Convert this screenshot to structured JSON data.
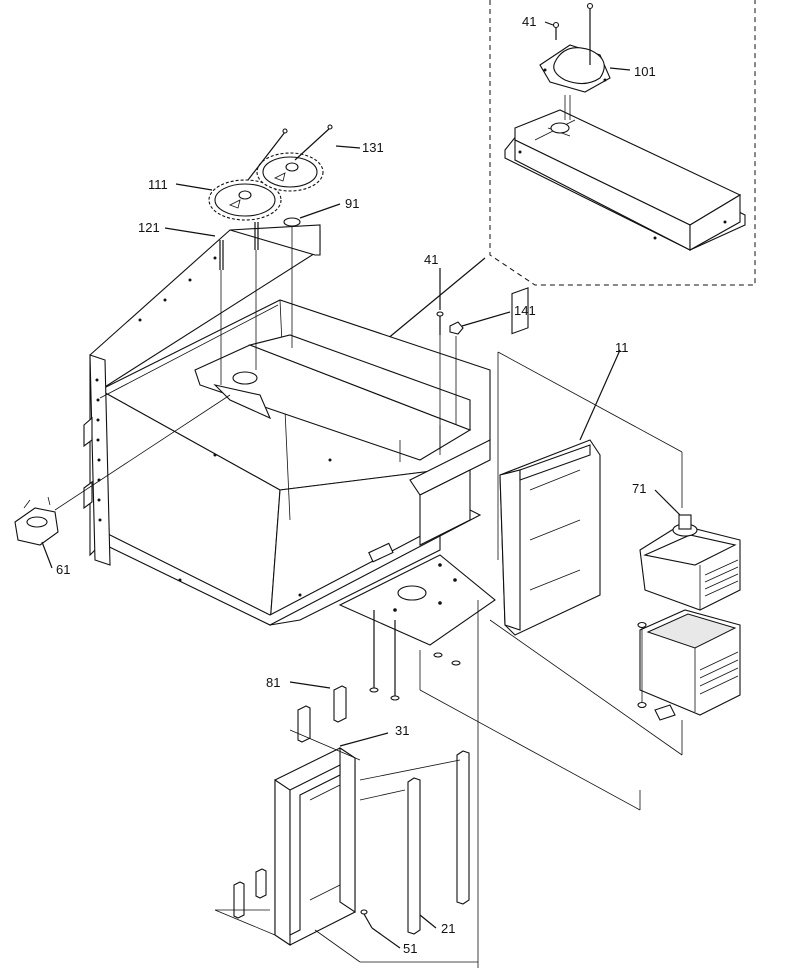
{
  "diagram": {
    "labels": {
      "l41_top": "41",
      "l101": "101",
      "l131": "131",
      "l111": "111",
      "l91": "91",
      "l121": "121",
      "l41_mid": "41",
      "l141": "141",
      "l11": "11",
      "l71": "71",
      "l61": "61",
      "l81": "81",
      "l31": "31",
      "l21": "21",
      "l51": "51"
    }
  }
}
